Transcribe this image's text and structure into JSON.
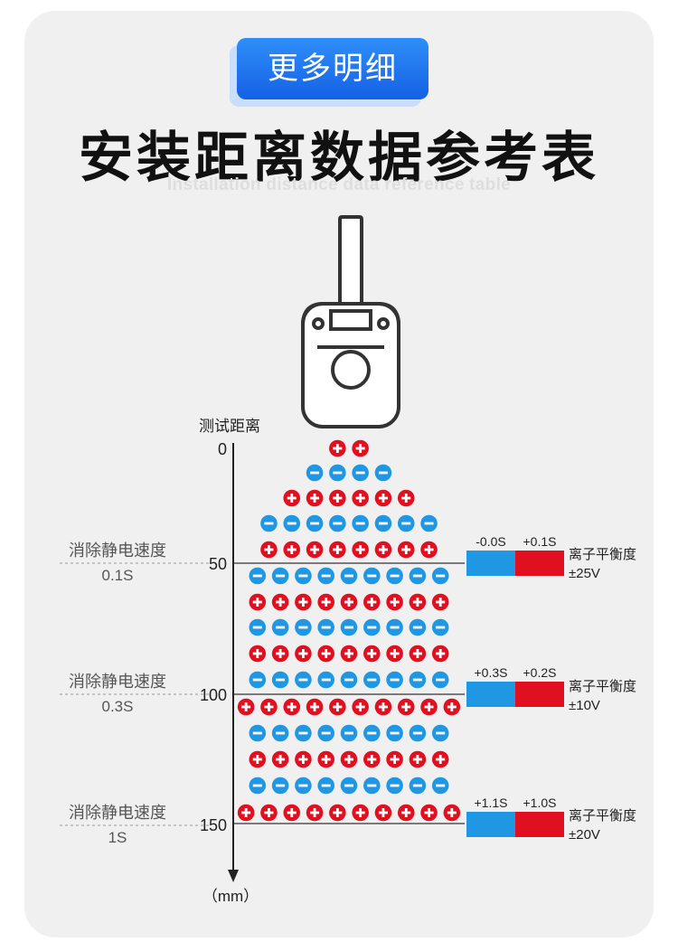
{
  "header": {
    "badge_label": "更多明细",
    "title": "安装距离数据参考表",
    "subtitle": "Installation distance data reference table"
  },
  "axis": {
    "title": "测试距离",
    "unit": "（mm）",
    "ticks": [
      "0",
      "50",
      "100",
      "150"
    ]
  },
  "measurements": [
    {
      "left_label": "消除静电速度",
      "left_value": "0.1S",
      "neg_time": "-0.0S",
      "pos_time": "+0.1S",
      "balance_label": "离子平衡度",
      "balance_value": "±25V"
    },
    {
      "left_label": "消除静电速度",
      "left_value": "0.3S",
      "neg_time": "+0.3S",
      "pos_time": "+0.2S",
      "balance_label": "离子平衡度",
      "balance_value": "±10V"
    },
    {
      "left_label": "消除静电速度",
      "left_value": "1S",
      "neg_time": "+1.1S",
      "pos_time": "+1.0S",
      "balance_label": "离子平衡度",
      "balance_value": "±20V"
    }
  ],
  "ion_rows": [
    {
      "sign": "+",
      "count": 2
    },
    {
      "sign": "-",
      "count": 4
    },
    {
      "sign": "+",
      "count": 6
    },
    {
      "sign": "-",
      "count": 8
    },
    {
      "sign": "+",
      "count": 8
    },
    {
      "sign": "-",
      "count": 9
    },
    {
      "sign": "+",
      "count": 9
    },
    {
      "sign": "-",
      "count": 9
    },
    {
      "sign": "+",
      "count": 9
    },
    {
      "sign": "-",
      "count": 9
    },
    {
      "sign": "+",
      "count": 10
    },
    {
      "sign": "-",
      "count": 9
    },
    {
      "sign": "+",
      "count": 9
    },
    {
      "sign": "-",
      "count": 9
    },
    {
      "sign": "+",
      "count": 10
    }
  ],
  "colors": {
    "negative": "#1f97e3",
    "positive": "#e01020",
    "badge": "#1f74f0"
  }
}
